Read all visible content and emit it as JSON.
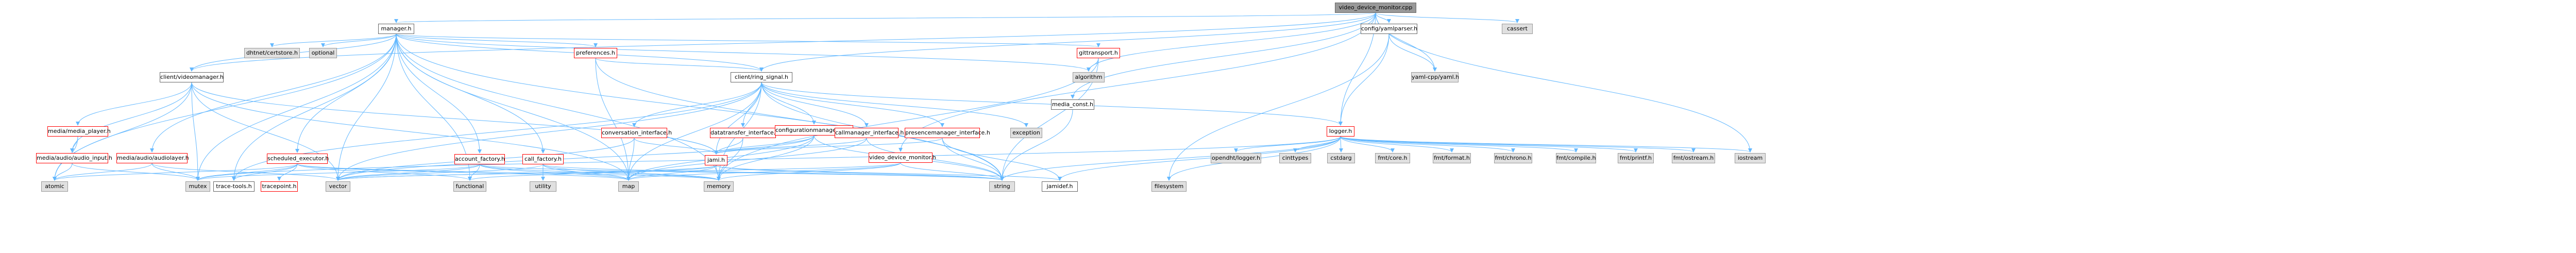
{
  "nodes": [
    {
      "id": "video_device_monitor_cpp",
      "label": "video_device_monitor.cpp",
      "kind": "root"
    },
    {
      "id": "manager_h",
      "label": "manager.h",
      "kind": "normal"
    },
    {
      "id": "config_yamlparser_h",
      "label": "config/yamlparser.h",
      "kind": "normal"
    },
    {
      "id": "cassert",
      "label": "cassert",
      "kind": "ext"
    },
    {
      "id": "preferences_h",
      "label": "preferences.h",
      "kind": "red"
    },
    {
      "id": "gittransport_h",
      "label": "gittransport.h",
      "kind": "red"
    },
    {
      "id": "dhtnet_certstore_h",
      "label": "dhtnet/certstore.h",
      "kind": "ext"
    },
    {
      "id": "optional",
      "label": "optional",
      "kind": "ext"
    },
    {
      "id": "client_videomanager_h",
      "label": "client/videomanager.h",
      "kind": "normal"
    },
    {
      "id": "client_ring_signal_h",
      "label": "client/ring_signal.h",
      "kind": "normal"
    },
    {
      "id": "algorithm",
      "label": "algorithm",
      "kind": "ext"
    },
    {
      "id": "yaml_cpp",
      "label": "yaml-cpp/yaml.h",
      "kind": "ext"
    },
    {
      "id": "media_const_h",
      "label": "media_const.h",
      "kind": "normal"
    },
    {
      "id": "logger_h",
      "label": "logger.h",
      "kind": "red"
    },
    {
      "id": "media_player_h",
      "label": "media/media_player.h",
      "kind": "red"
    },
    {
      "id": "audio_input_h",
      "label": "media/audio/audio_input.h",
      "kind": "red"
    },
    {
      "id": "audiolayer_h",
      "label": "media/audio/audiolayer.h",
      "kind": "red"
    },
    {
      "id": "conversation_interface_h",
      "label": "conversation_interface.h",
      "kind": "red"
    },
    {
      "id": "datatransfer_interface_h",
      "label": "datatransfer_interface.h",
      "kind": "red"
    },
    {
      "id": "configurationmanager_interface_h",
      "label": "configurationmanager_interface.h",
      "kind": "red"
    },
    {
      "id": "callmanager_interface_h",
      "label": "callmanager_interface.h",
      "kind": "red"
    },
    {
      "id": "presencemanager_interface_h",
      "label": "presencemanager_interface.h",
      "kind": "red"
    },
    {
      "id": "exception",
      "label": "exception",
      "kind": "ext"
    },
    {
      "id": "scheduled_executor_h",
      "label": "scheduled_executor.h",
      "kind": "red"
    },
    {
      "id": "account_factory_h",
      "label": "account_factory.h",
      "kind": "red"
    },
    {
      "id": "call_factory_h",
      "label": "call_factory.h",
      "kind": "red"
    },
    {
      "id": "jami_h",
      "label": "jami.h",
      "kind": "red"
    },
    {
      "id": "video_device_monitor_h",
      "label": "video_device_monitor.h",
      "kind": "red"
    },
    {
      "id": "atomic",
      "label": "atomic",
      "kind": "ext"
    },
    {
      "id": "mutex",
      "label": "mutex",
      "kind": "ext"
    },
    {
      "id": "trace_tools_h",
      "label": "trace-tools.h",
      "kind": "normal"
    },
    {
      "id": "tracepoint_h",
      "label": "tracepoint.h",
      "kind": "red"
    },
    {
      "id": "vector",
      "label": "vector",
      "kind": "ext"
    },
    {
      "id": "functional",
      "label": "functional",
      "kind": "ext"
    },
    {
      "id": "utility",
      "label": "utility",
      "kind": "ext"
    },
    {
      "id": "map",
      "label": "map",
      "kind": "ext"
    },
    {
      "id": "memory",
      "label": "memory",
      "kind": "ext"
    },
    {
      "id": "string",
      "label": "string",
      "kind": "ext"
    },
    {
      "id": "jamidef_h",
      "label": "jamidef.h",
      "kind": "normal"
    },
    {
      "id": "filesystem",
      "label": "filesystem",
      "kind": "ext"
    },
    {
      "id": "opendht_logger_h",
      "label": "opendht/logger.h",
      "kind": "ext"
    },
    {
      "id": "cinttypes",
      "label": "cinttypes",
      "kind": "ext"
    },
    {
      "id": "cstdarg",
      "label": "cstdarg",
      "kind": "ext"
    },
    {
      "id": "fmt_core_h",
      "label": "fmt/core.h",
      "kind": "ext"
    },
    {
      "id": "fmt_format_h",
      "label": "fmt/format.h",
      "kind": "ext"
    },
    {
      "id": "fmt_chrono_h",
      "label": "fmt/chrono.h",
      "kind": "ext"
    },
    {
      "id": "fmt_compile_h",
      "label": "fmt/compile.h",
      "kind": "ext"
    },
    {
      "id": "fmt_printf_h",
      "label": "fmt/printf.h",
      "kind": "ext"
    },
    {
      "id": "fmt_ostream_h",
      "label": "fmt/ostream.h",
      "kind": "ext"
    },
    {
      "id": "iostream",
      "label": "iostream",
      "kind": "ext"
    }
  ],
  "edges": [
    [
      "video_device_monitor_cpp",
      "manager_h"
    ],
    [
      "video_device_monitor_cpp",
      "config_yamlparser_h"
    ],
    [
      "video_device_monitor_cpp",
      "cassert"
    ],
    [
      "video_device_monitor_cpp",
      "client_ring_signal_h"
    ],
    [
      "video_device_monitor_cpp",
      "algorithm"
    ],
    [
      "video_device_monitor_cpp",
      "yaml_cpp"
    ],
    [
      "video_device_monitor_cpp",
      "media_const_h"
    ],
    [
      "video_device_monitor_cpp",
      "logger_h"
    ],
    [
      "video_device_monitor_cpp",
      "video_device_monitor_h"
    ],
    [
      "video_device_monitor_cpp",
      "iostream"
    ],
    [
      "video_device_monitor_cpp",
      "client_videomanager_h"
    ],
    [
      "manager_h",
      "preferences_h"
    ],
    [
      "manager_h",
      "gittransport_h"
    ],
    [
      "manager_h",
      "dhtnet_certstore_h"
    ],
    [
      "manager_h",
      "optional"
    ],
    [
      "manager_h",
      "client_videomanager_h"
    ],
    [
      "manager_h",
      "client_ring_signal_h"
    ],
    [
      "manager_h",
      "algorithm"
    ],
    [
      "manager_h",
      "audiolayer_h"
    ],
    [
      "manager_h",
      "scheduled_executor_h"
    ],
    [
      "manager_h",
      "account_factory_h"
    ],
    [
      "manager_h",
      "call_factory_h"
    ],
    [
      "manager_h",
      "atomic"
    ],
    [
      "manager_h",
      "mutex"
    ],
    [
      "manager_h",
      "trace_tools_h"
    ],
    [
      "manager_h",
      "vector"
    ],
    [
      "manager_h",
      "map"
    ],
    [
      "manager_h",
      "memory"
    ],
    [
      "manager_h",
      "string"
    ],
    [
      "manager_h",
      "functional"
    ],
    [
      "config_yamlparser_h",
      "yaml_cpp"
    ],
    [
      "config_yamlparser_h",
      "logger_h"
    ],
    [
      "config_yamlparser_h",
      "filesystem"
    ],
    [
      "preferences_h",
      "client_ring_signal_h"
    ],
    [
      "preferences_h",
      "map"
    ],
    [
      "preferences_h",
      "string"
    ],
    [
      "gittransport_h",
      "algorithm"
    ],
    [
      "gittransport_h",
      "memory"
    ],
    [
      "gittransport_h",
      "string"
    ],
    [
      "client_videomanager_h",
      "media_player_h"
    ],
    [
      "client_videomanager_h",
      "audio_input_h"
    ],
    [
      "client_videomanager_h",
      "jami_h"
    ],
    [
      "client_videomanager_h",
      "mutex"
    ],
    [
      "client_videomanager_h",
      "vector"
    ],
    [
      "client_videomanager_h",
      "atomic"
    ],
    [
      "client_videomanager_h",
      "map"
    ],
    [
      "client_ring_signal_h",
      "conversation_interface_h"
    ],
    [
      "client_ring_signal_h",
      "datatransfer_interface_h"
    ],
    [
      "client_ring_signal_h",
      "configurationmanager_interface_h"
    ],
    [
      "client_ring_signal_h",
      "callmanager_interface_h"
    ],
    [
      "client_ring_signal_h",
      "presencemanager_interface_h"
    ],
    [
      "client_ring_signal_h",
      "exception"
    ],
    [
      "client_ring_signal_h",
      "logger_h"
    ],
    [
      "client_ring_signal_h",
      "jami_h"
    ],
    [
      "client_ring_signal_h",
      "trace_tools_h"
    ],
    [
      "client_ring_signal_h",
      "memory"
    ],
    [
      "client_ring_signal_h",
      "map"
    ],
    [
      "client_ring_signal_h",
      "string"
    ],
    [
      "client_ring_signal_h",
      "vector"
    ],
    [
      "media_const_h",
      "string"
    ],
    [
      "logger_h",
      "opendht_logger_h"
    ],
    [
      "logger_h",
      "cinttypes"
    ],
    [
      "logger_h",
      "cstdarg"
    ],
    [
      "logger_h",
      "fmt_core_h"
    ],
    [
      "logger_h",
      "fmt_format_h"
    ],
    [
      "logger_h",
      "fmt_chrono_h"
    ],
    [
      "logger_h",
      "fmt_compile_h"
    ],
    [
      "logger_h",
      "fmt_printf_h"
    ],
    [
      "logger_h",
      "fmt_ostream_h"
    ],
    [
      "logger_h",
      "iostream"
    ],
    [
      "logger_h",
      "jamidef_h"
    ],
    [
      "logger_h",
      "string"
    ],
    [
      "logger_h",
      "mutex"
    ],
    [
      "logger_h",
      "filesystem"
    ],
    [
      "media_player_h",
      "audio_input_h"
    ],
    [
      "media_player_h",
      "atomic"
    ],
    [
      "audio_input_h",
      "mutex"
    ],
    [
      "audio_input_h",
      "atomic"
    ],
    [
      "audiolayer_h",
      "atomic"
    ],
    [
      "audiolayer_h",
      "mutex"
    ],
    [
      "audiolayer_h",
      "vector"
    ],
    [
      "conversation_interface_h",
      "jami_h"
    ],
    [
      "conversation_interface_h",
      "vector"
    ],
    [
      "conversation_interface_h",
      "map"
    ],
    [
      "datatransfer_interface_h",
      "jami_h"
    ],
    [
      "datatransfer_interface_h",
      "memory"
    ],
    [
      "configurationmanager_interface_h",
      "jami_h"
    ],
    [
      "configurationmanager_interface_h",
      "memory"
    ],
    [
      "configurationmanager_interface_h",
      "vector"
    ],
    [
      "configurationmanager_interface_h",
      "string"
    ],
    [
      "configurationmanager_interface_h",
      "map"
    ],
    [
      "callmanager_interface_h",
      "jami_h"
    ],
    [
      "callmanager_interface_h",
      "string"
    ],
    [
      "callmanager_interface_h",
      "map"
    ],
    [
      "presencemanager_interface_h",
      "jami_h"
    ],
    [
      "presencemanager_interface_h",
      "string"
    ],
    [
      "presencemanager_interface_h",
      "jamidef_h"
    ],
    [
      "scheduled_executor_h",
      "trace_tools_h"
    ],
    [
      "scheduled_executor_h",
      "tracepoint_h"
    ],
    [
      "scheduled_executor_h",
      "functional"
    ],
    [
      "scheduled_executor_h",
      "mutex"
    ],
    [
      "scheduled_executor_h",
      "atomic"
    ],
    [
      "scheduled_executor_h",
      "memory"
    ],
    [
      "scheduled_executor_h",
      "map"
    ],
    [
      "account_factory_h",
      "vector"
    ],
    [
      "account_factory_h",
      "map"
    ],
    [
      "account_factory_h",
      "memory"
    ],
    [
      "account_factory_h",
      "string"
    ],
    [
      "account_factory_h",
      "mutex"
    ],
    [
      "account_factory_h",
      "functional"
    ],
    [
      "call_factory_h",
      "utility"
    ],
    [
      "call_factory_h",
      "map"
    ],
    [
      "call_factory_h",
      "memory"
    ],
    [
      "call_factory_h",
      "vector"
    ],
    [
      "call_factory_h",
      "string"
    ],
    [
      "jami_h",
      "jamidef_h"
    ],
    [
      "jami_h",
      "string"
    ],
    [
      "jami_h",
      "memory"
    ],
    [
      "jami_h",
      "map"
    ],
    [
      "jami_h",
      "vector"
    ],
    [
      "jami_h",
      "functional"
    ],
    [
      "video_device_monitor_h",
      "memory"
    ],
    [
      "video_device_monitor_h",
      "map"
    ],
    [
      "video_device_monitor_h",
      "string"
    ],
    [
      "video_device_monitor_h",
      "vector"
    ]
  ]
}
